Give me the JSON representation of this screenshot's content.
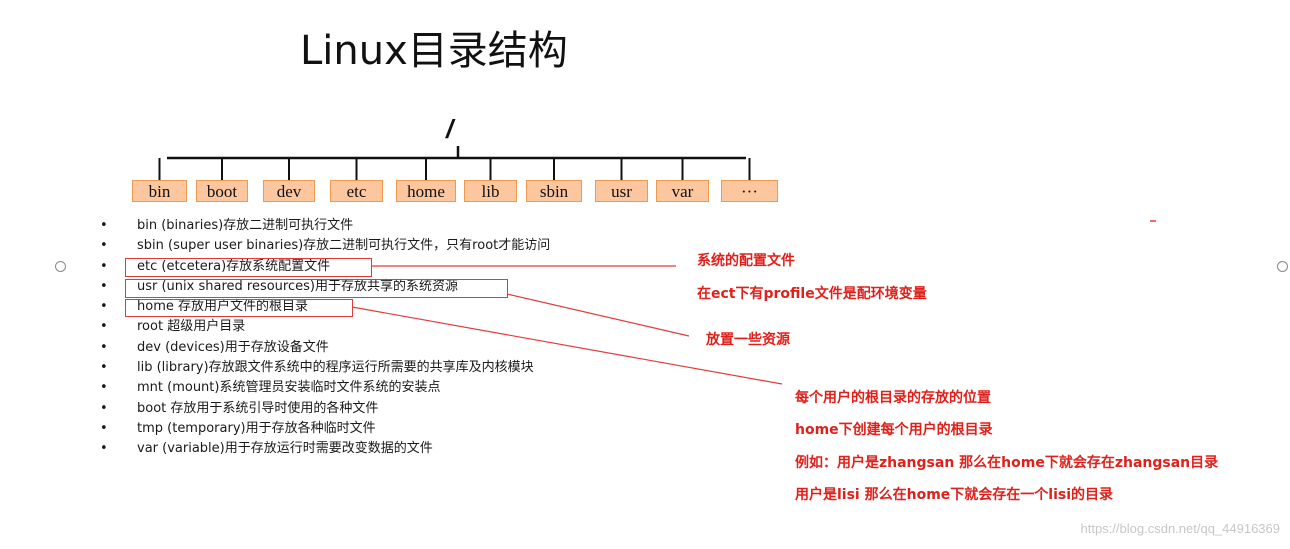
{
  "title": "Linux目录结构",
  "root": "/",
  "directories": [
    "bin",
    "boot",
    "dev",
    "etc",
    "home",
    "lib",
    "sbin",
    "usr",
    "var",
    "···"
  ],
  "bullet_symbol": "•",
  "descriptions": [
    "bin (binaries)存放二进制可执行文件",
    "sbin (super user binaries)存放二进制可执行文件，只有root才能访问",
    "etc (etcetera)存放系统配置文件",
    "usr (unix shared resources)用于存放共享的系统资源",
    "home 存放用户文件的根目录",
    "root 超级用户目录",
    "dev (devices)用于存放设备文件",
    "lib (library)存放跟文件系统中的程序运行所需要的共享库及内核模块",
    "mnt (mount)系统管理员安装临时文件系统的安装点",
    "boot 存放用于系统引导时使用的各种文件",
    "tmp (temporary)用于存放各种临时文件",
    "var (variable)用于存放运行时需要改变数据的文件"
  ],
  "annotations": {
    "etc_note_1": "系统的配置文件",
    "etc_note_2": "在ect下有profile文件是配环境变量",
    "usr_note": "放置一些资源",
    "home_note_1": "每个用户的根目录的存放的位置",
    "home_note_2": "home下创建每个用户的根目录",
    "home_note_3": "例如：用户是zhangsan 那么在home下就会存在zhangsan目录",
    "home_note_4": "用户是lisi 那么在home下就会存在一个lisi的目录"
  },
  "watermark": "https://blog.csdn.net/qq_44916369",
  "colors": {
    "box_fill": "#fcc79f",
    "box_border": "#ef9a4f",
    "annotation_red": "#e0201b",
    "highlight_red": "#e23a3a"
  }
}
